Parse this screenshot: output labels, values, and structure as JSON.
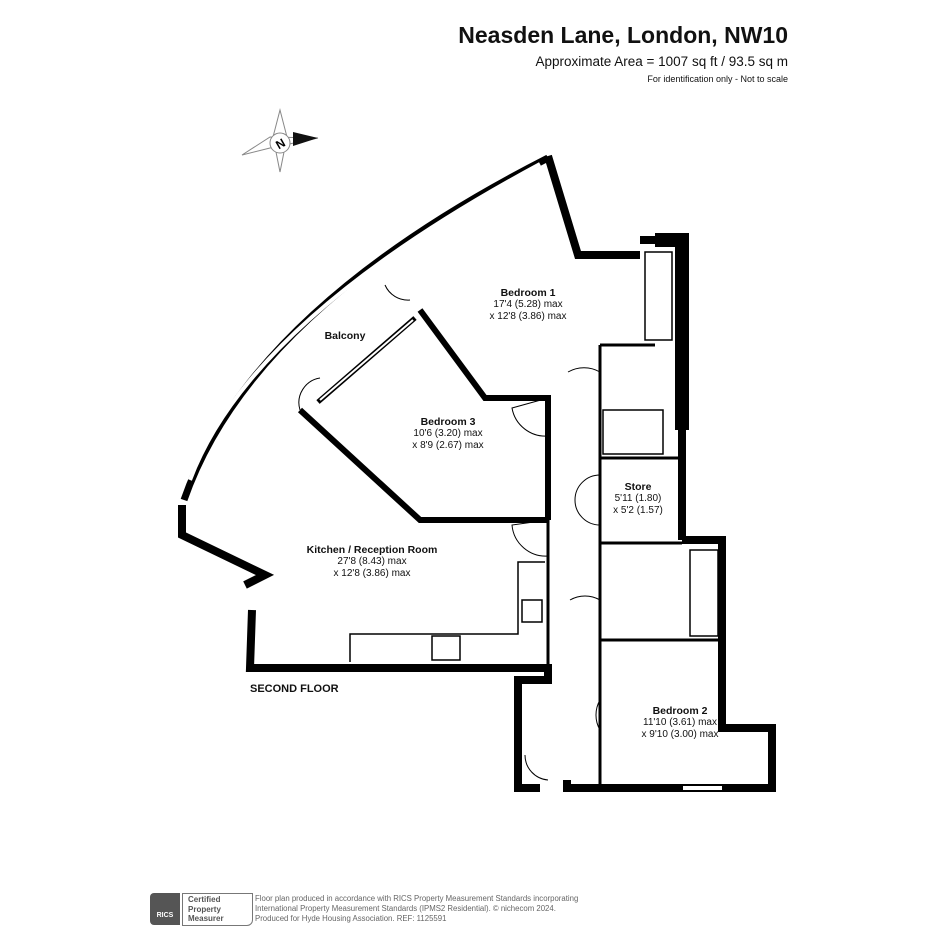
{
  "header": {
    "title": "Neasden Lane, London, NW10",
    "area": "Approximate Area = 1007 sq ft / 93.5 sq m",
    "note": "For identification only - Not to scale"
  },
  "compass": {
    "label": "N"
  },
  "rooms": [
    {
      "name": "Bedroom 1",
      "dim1": "17'4 (5.28) max",
      "dim2": "x 12'8 (3.86) max"
    },
    {
      "name": "Balcony"
    },
    {
      "name": "Bedroom 3",
      "dim1": "10'6 (3.20) max",
      "dim2": "x 8'9 (2.67) max"
    },
    {
      "name": "Store",
      "dim1": "5'11 (1.80)",
      "dim2": "x 5'2 (1.57)"
    },
    {
      "name": "Kitchen / Reception Room",
      "dim1": "27'8 (8.43) max",
      "dim2": "x 12'8 (3.86) max"
    },
    {
      "name": "Bedroom 2",
      "dim1": "11'10 (3.61) max",
      "dim2": "x 9'10 (3.00) max"
    }
  ],
  "floor_label": "SECOND FLOOR",
  "footer": {
    "rics_logo": "RICS",
    "badge": [
      "Certified",
      "Property",
      "Measurer"
    ],
    "lines": [
      "Floor plan produced in accordance with RICS Property Measurement Standards incorporating",
      "International Property Measurement Standards (IPMS2 Residential).   © nichecom 2024.",
      "Produced for Hyde Housing Association.   REF:  1125591"
    ]
  }
}
